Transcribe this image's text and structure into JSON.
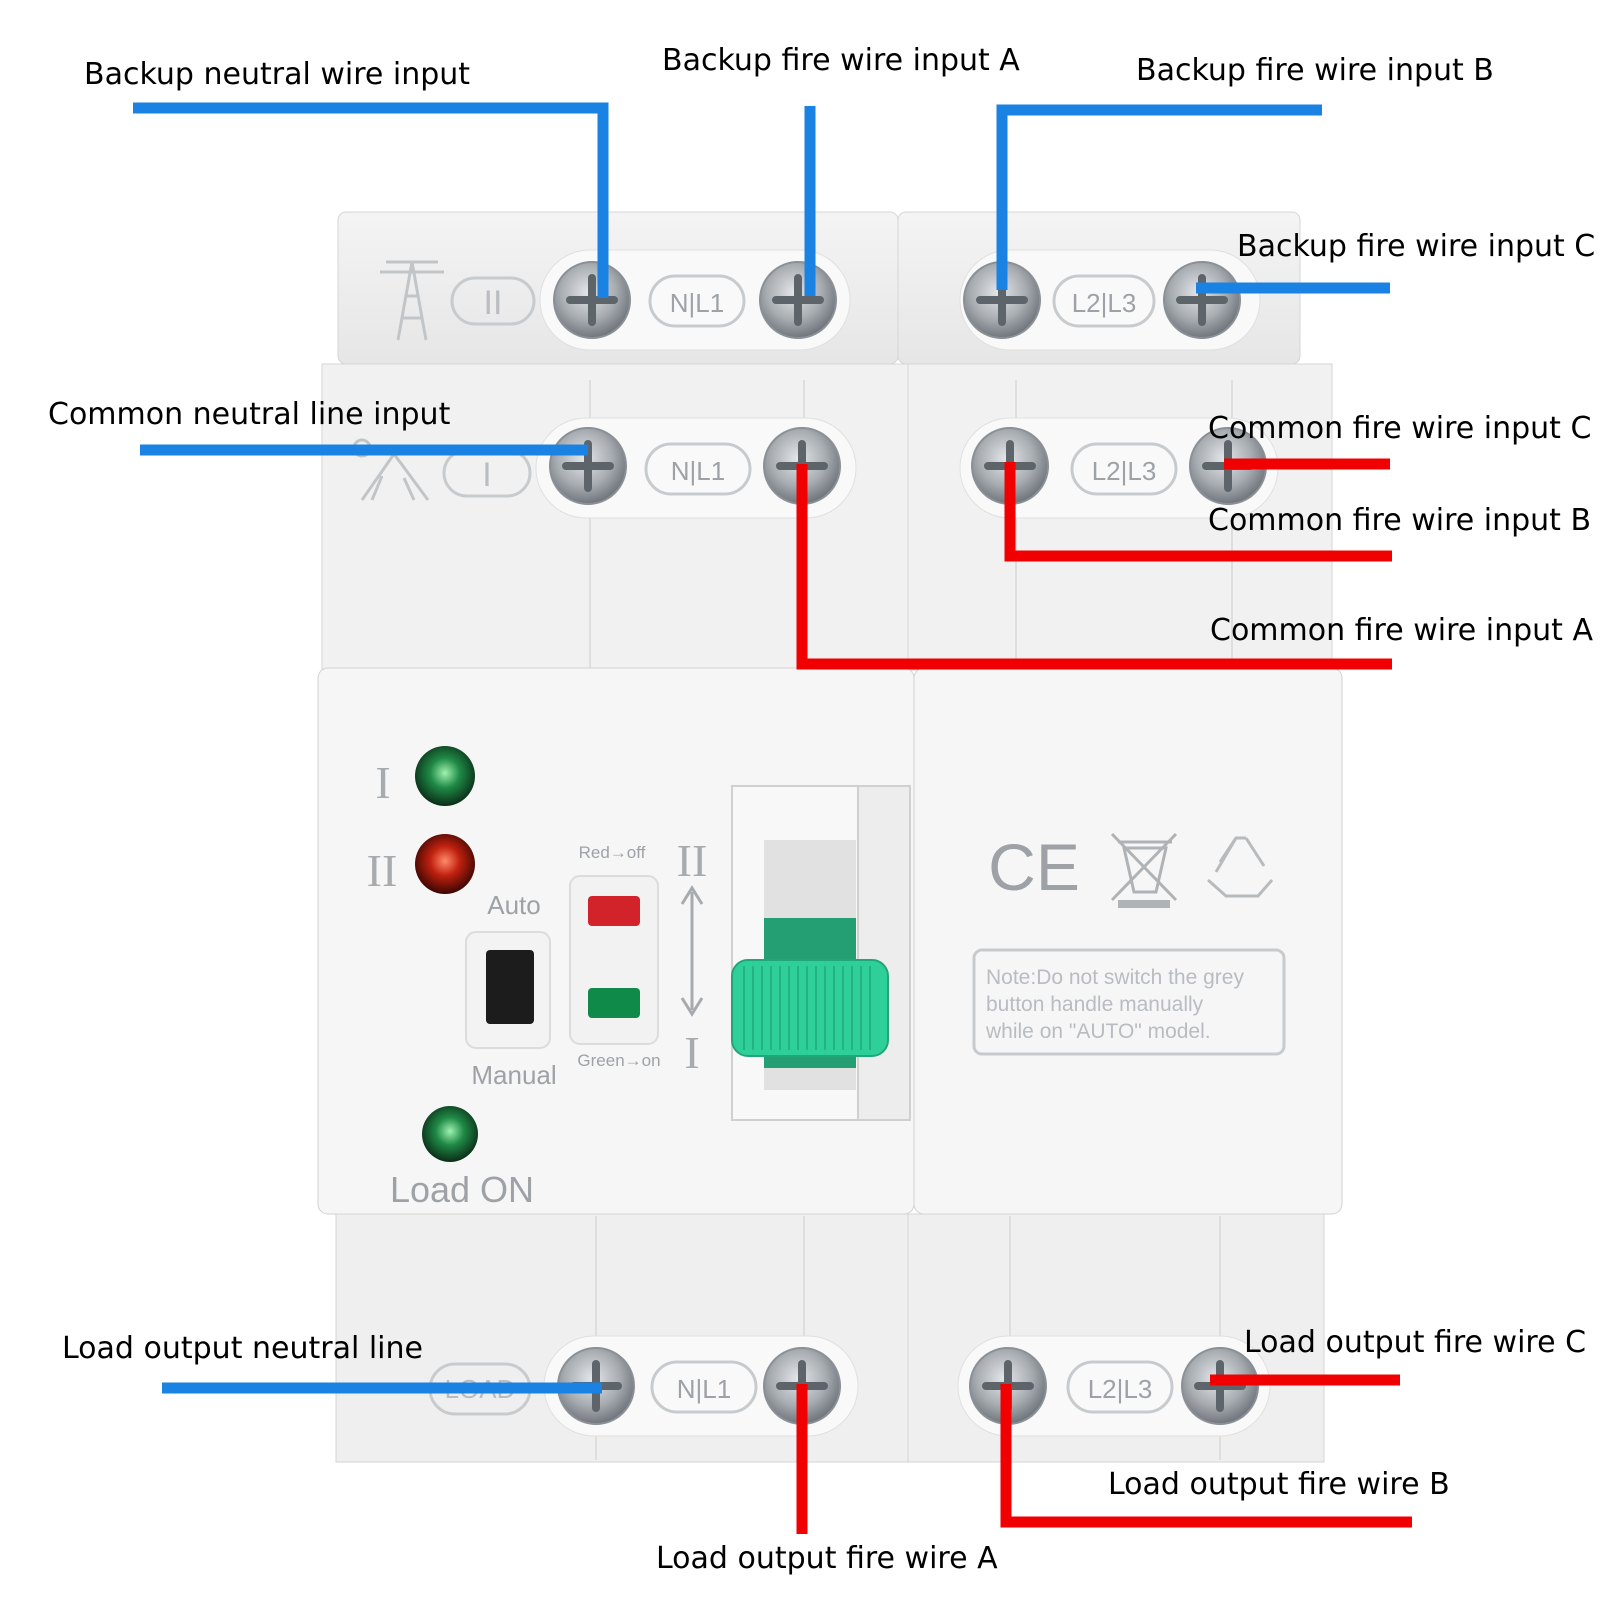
{
  "colors": {
    "neutral_line": "#1a82e2",
    "fire_line": "#f00000",
    "device_body": "#efefef",
    "handle": "#2ecc9a"
  },
  "callouts": {
    "backup_neutral": "Backup neutral wire input",
    "backup_fire_a": "Backup fire wire input A",
    "backup_fire_b": "Backup fire wire input B",
    "backup_fire_c": "Backup fire wire input C",
    "common_neutral": "Common neutral line input",
    "common_fire_c": "Common fire wire input C",
    "common_fire_b": "Common fire wire input B",
    "common_fire_a": "Common fire wire input A",
    "load_neutral": "Load output neutral line",
    "load_fire_c": "Load output fire wire C",
    "load_fire_b": "Load output fire wire B",
    "load_fire_a": "Load output fire wire A"
  },
  "device": {
    "source_ii_mark": "II",
    "source_i_mark": "I",
    "terminal_nl1": "N|L1",
    "terminal_l2l3": "L2|L3",
    "load_mark": "LOAD",
    "indicator_i": "I",
    "indicator_ii": "II",
    "auto_label": "Auto",
    "manual_label": "Manual",
    "red_off_label": "Red→off",
    "green_on_label": "Green→on",
    "scale_ii": "II",
    "scale_i": "I",
    "load_on_label": "Load ON",
    "ce_mark": "CE",
    "note_line1": "Note:Do not switch the grey",
    "note_line2": "button handle manually",
    "note_line3": "while on \"AUTO\" model."
  }
}
